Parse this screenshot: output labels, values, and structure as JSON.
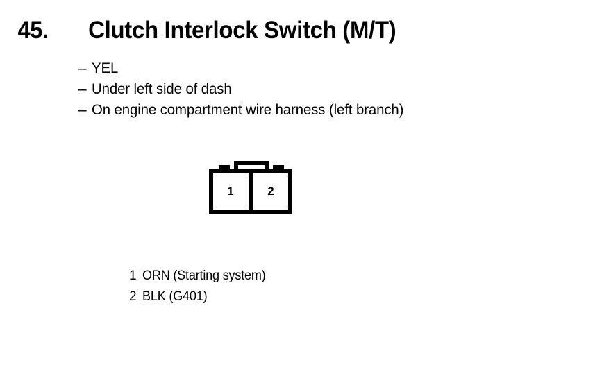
{
  "page": {
    "background_color": "#ffffff",
    "ink_color": "#000000"
  },
  "header": {
    "item_number": "45.",
    "title": "Clutch Interlock Switch (M/T)"
  },
  "details": {
    "bullet_marker": "–",
    "items": [
      {
        "label": "YEL"
      },
      {
        "label": "Under left side of dash"
      },
      {
        "label": "On engine compartment wire harness (left branch)"
      }
    ]
  },
  "connector": {
    "name": "2-cavity connector housing",
    "cavity_count": 2,
    "has_center_latch_tab": true,
    "has_top_corner_notches": true,
    "cavities": [
      {
        "pin": "1"
      },
      {
        "pin": "2"
      }
    ]
  },
  "legend": {
    "rows": [
      {
        "pin": "1",
        "description": "ORN (Starting system)"
      },
      {
        "pin": "2",
        "description": "BLK (G401)"
      }
    ]
  }
}
